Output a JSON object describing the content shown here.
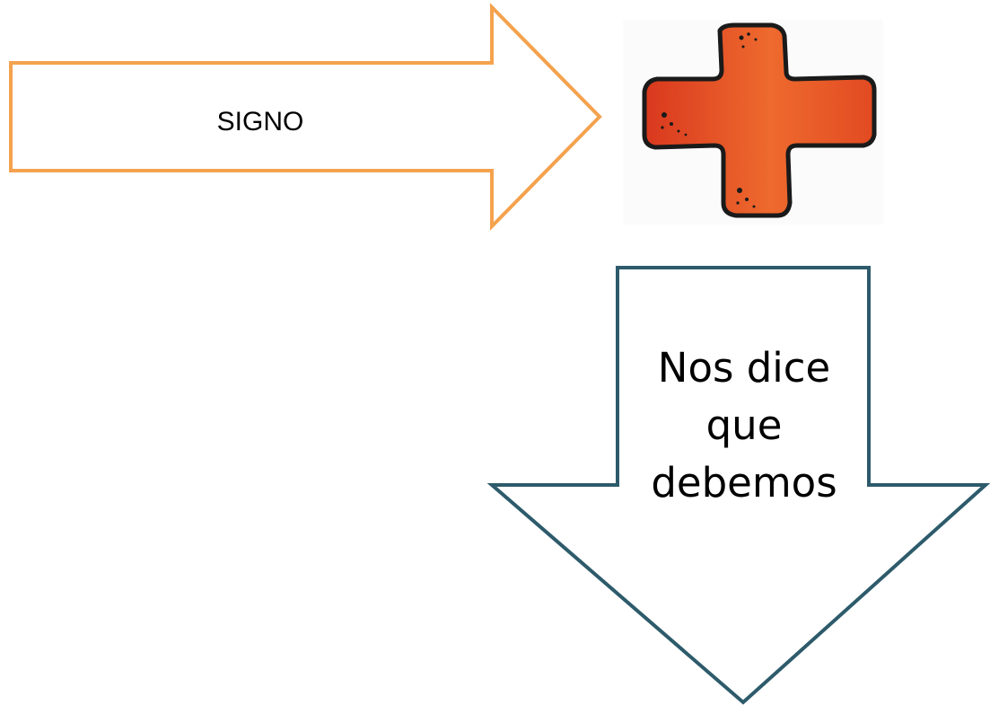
{
  "right_arrow": {
    "label": "SIGNO",
    "stroke_color": "#F4A24E",
    "fill_color": "#FFFFFF"
  },
  "plus_symbol": {
    "icon": "plus-sign-icon",
    "fill_color": "#E8552A",
    "stroke_color": "#1A1A1A"
  },
  "down_arrow": {
    "lines": [
      "Nos dice",
      "que",
      "debemos"
    ],
    "stroke_color": "#2D5B6B",
    "fill_color": "#FFFFFF"
  }
}
